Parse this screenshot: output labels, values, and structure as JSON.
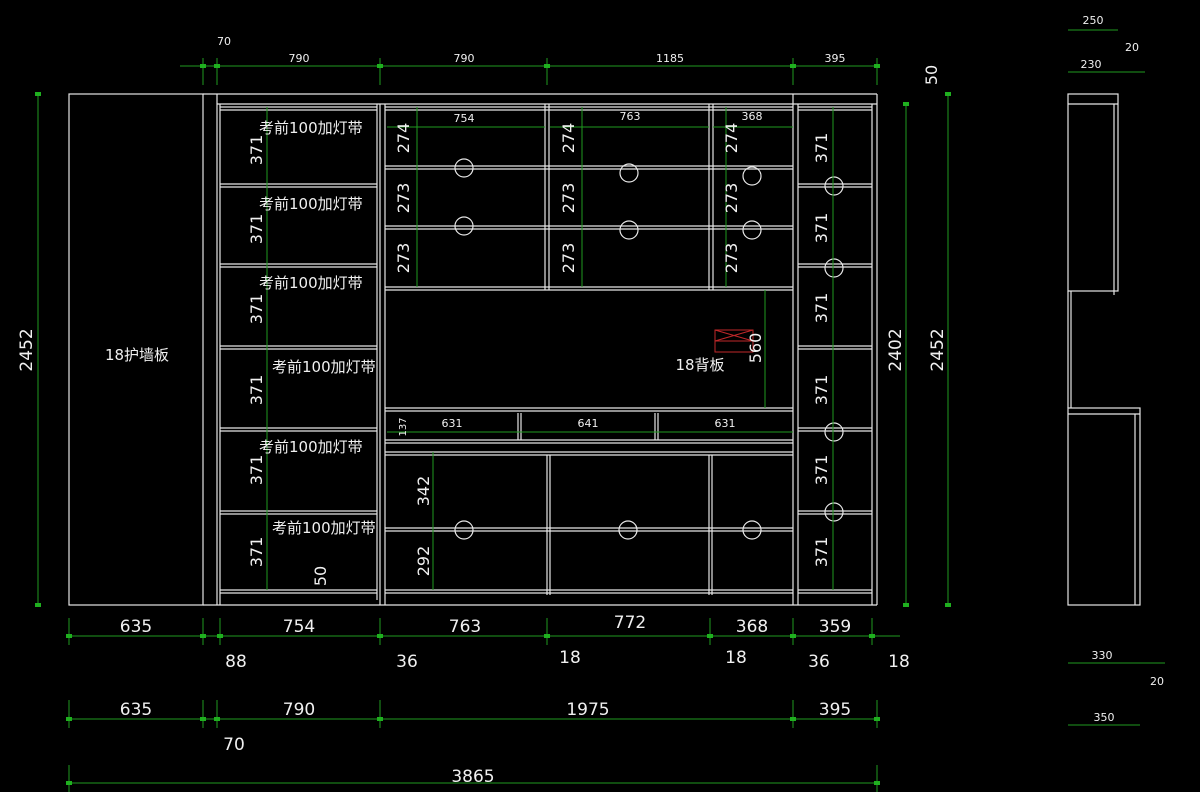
{
  "drawing": {
    "units": "mm",
    "front_view": {
      "labels": {
        "wall_panel": "18护墙板",
        "back_panel": "18背板",
        "light_strip_note": "考前100加灯带"
      },
      "top_dims": {
        "gap": "70",
        "segments": [
          "790",
          "790",
          "1185",
          "395"
        ],
        "top_offset": "50"
      },
      "inner_widths_top": [
        "754",
        "763",
        "368"
      ],
      "drawer_row_widths": [
        "631",
        "641",
        "631"
      ],
      "drawer_row_height": "137",
      "open_niche_height": "560",
      "left_column_shelves": [
        "371",
        "371",
        "371",
        "371",
        "371",
        "371"
      ],
      "right_column_shelves": [
        "371",
        "371",
        "371",
        "371",
        "371",
        "371"
      ],
      "upper_center_shelves": [
        "274",
        "273",
        "273"
      ],
      "lower_center_shelves": [
        "342",
        "292"
      ],
      "bottom_plinth": "50",
      "heights": {
        "left_total": "2452",
        "right_inner": "2402",
        "right_total": "2452"
      },
      "bottom_row1": {
        "segments": [
          "635",
          "754",
          "763",
          "772",
          "368",
          "359"
        ],
        "gaps": [
          "88",
          "36",
          "18",
          "18",
          "36",
          "18"
        ]
      },
      "bottom_row2": {
        "segments": [
          "635",
          "790",
          "1975",
          "395"
        ],
        "gap": "70"
      },
      "overall_width": "3865"
    },
    "side_view": {
      "top_dims": [
        "250",
        "230",
        "20"
      ],
      "bottom_dims": [
        "330",
        "20",
        "350"
      ]
    }
  }
}
